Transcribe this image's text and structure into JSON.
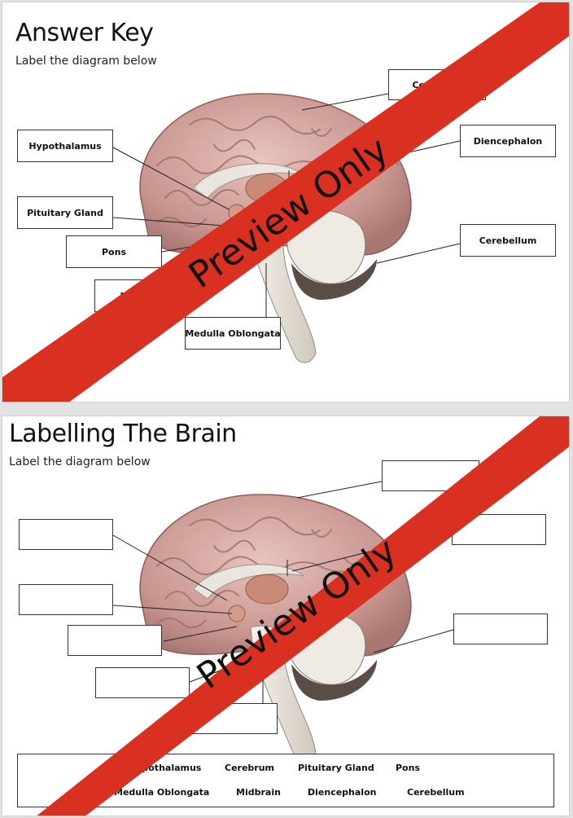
{
  "answer_key": {
    "title": "Answer Key",
    "subtitle": "Label the diagram below",
    "labels": {
      "cerebrum": "Cerebrum",
      "hypothalamus": "Hypothalamus",
      "diencephalon": "Diencephalon",
      "pituitary": "Pituitary Gland",
      "pons": "Pons",
      "cerebellum": "Cerebellum",
      "midbrain": "Midbrain",
      "medulla": "Medulla Oblongata"
    }
  },
  "worksheet": {
    "title": "Labelling The Brain",
    "subtitle": "Label the diagram below",
    "word_bank": [
      "Hypothalamus",
      "Cerebrum",
      "Pituitary Gland",
      "Pons",
      "Medulla Oblongata",
      "Midbrain",
      "Diencephalon",
      "Cerebellum"
    ]
  },
  "watermark": "Preview Only",
  "colors": {
    "banner": "#d93022",
    "text": "#111111"
  }
}
